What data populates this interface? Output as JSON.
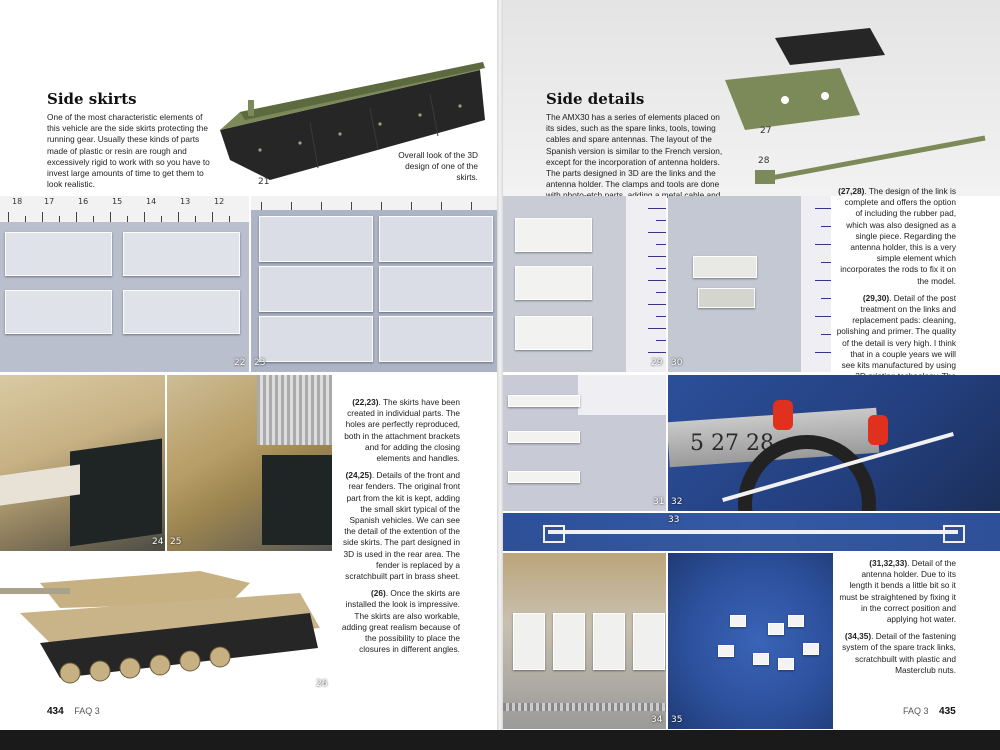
{
  "left_page": {
    "section_title": "Side skirts",
    "intro": "One of the most characteristic elements of this vehicle are the side skirts protecting the running gear. Usually these kinds of parts made of plastic or resin are rough and excessively rigid to work with so you have to invest large amounts of time to get them to look realistic.",
    "caption_21": "Overall look of the 3D design of one of the skirts.",
    "para_22_23_ref": "(22,23)",
    "para_22_23": ". The skirts have been created in individual parts. The holes are perfectly reproduced, both in the attachment brackets and for adding the closing elements and handles.",
    "para_24_25_ref": "(24,25)",
    "para_24_25": ". Details of the front and rear fenders. The original front part from the kit is kept, adding the small skirt typical of the Spanish vehicles. We can see the detail of the extention of the side skirts. The part designed in 3D is used in the rear area. The fender is replaced by a scratchbuilt part in brass sheet.",
    "para_26_ref": "(26)",
    "para_26": ". Once the skirts are installed the look is impressive. The skirts are also workable, adding great realism because of the possibility to place the closures in different angles.",
    "page_number": "434",
    "running_head": "FAQ 3",
    "ruler_numbers": [
      "18",
      "17",
      "16",
      "15",
      "14",
      "13",
      "12"
    ]
  },
  "right_page": {
    "section_title": "Side details",
    "intro": "The AMX30 has a series of elements placed on its sides, such as the spare links, tools, towing cables and spare antennas. The layout of the Spanish version is similar to the French version, except for the incorporation of antenna holders. The parts designed in 3D are the links and the antenna holder. The clamps and tools are done with photo-etch parts, adding a metal cable and kit parts.",
    "para_27_28_ref": "(27,28)",
    "para_27_28": ". The design of the link is complete and offers the option of including the rubber pad, which was also designed as a single piece. Regarding the antenna holder, this is a very simple element which incorporates the rods to fix it on the model.",
    "para_29_30_ref": "(29,30)",
    "para_29_30": ". Detail of the post treatment on the links and replacement pads: cleaning, polishing and primer. The quality of the detail is very high. I think that in a couple years we will see kits manufactured by using 3D printing technology. The parts lack moulding marks or ejector pins, and holes are also faithfully reproduced.",
    "para_31_33_ref": "(31,32,33)",
    "para_31_33": ". Detail of the antenna holder. Due to its length it bends a little bit so it must be straightened by fixing it in the correct position and applying hot water.",
    "para_34_35_ref": "(34,35)",
    "para_34_35": ". Detail of the fastening system of the spare track links, scratchbuilt with plastic and Masterclub nuts.",
    "page_number": "435",
    "running_head": "FAQ 3",
    "ruler_digits": "5 27 28"
  },
  "figure_numbers": [
    "21",
    "22",
    "23",
    "24",
    "25",
    "26",
    "27",
    "28",
    "29",
    "30",
    "31",
    "32",
    "33",
    "34",
    "35"
  ],
  "colors": {
    "olive_green": "#7c8a5a",
    "skirt_black": "#262626",
    "tan": "#c7b183",
    "photo_blue": "#2c4f9a",
    "ruler_blue": "#37358a"
  }
}
